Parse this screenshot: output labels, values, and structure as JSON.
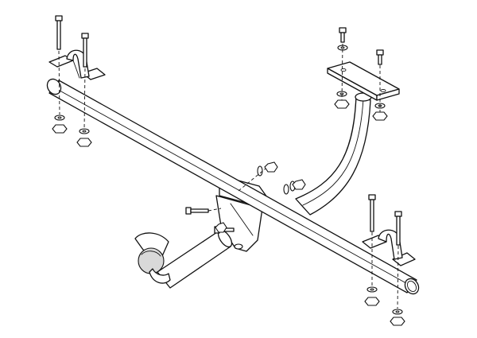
{
  "diagram": {
    "colors": {
      "line": "#111111",
      "background": "#ffffff",
      "shade": "#d9d9d9"
    },
    "parts": [
      "main-crossbar",
      "curved-side-arm",
      "left-mounting-bracket",
      "right-top-mounting-plate",
      "right-bottom-mounting-bracket",
      "tow-ball",
      "center-bracket",
      "bolts",
      "washers",
      "nuts"
    ]
  }
}
